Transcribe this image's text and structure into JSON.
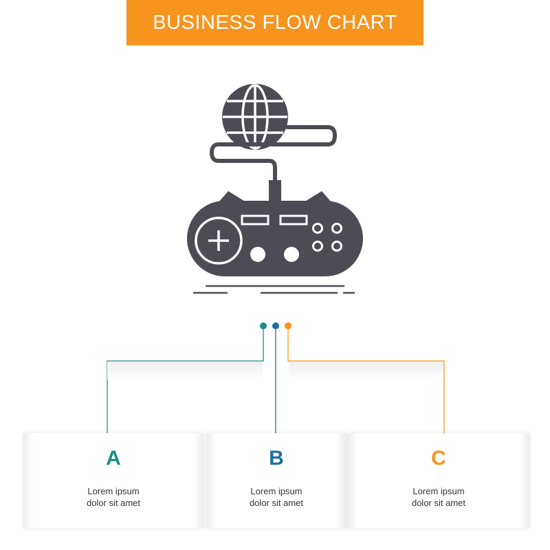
{
  "title": "BUSINESS FLOW CHART",
  "icon": "online-gaming-icon",
  "colors": {
    "banner": "#f7941e",
    "icon": "#4d4c55",
    "step_a": "#1a8c85",
    "step_b": "#1d6fa0",
    "step_c": "#f7941e"
  },
  "steps": [
    {
      "letter": "A",
      "line1": "Lorem ipsum",
      "line2": "dolor sit amet"
    },
    {
      "letter": "B",
      "line1": "Lorem ipsum",
      "line2": "dolor sit amet"
    },
    {
      "letter": "C",
      "line1": "Lorem ipsum",
      "line2": "dolor sit amet"
    }
  ]
}
